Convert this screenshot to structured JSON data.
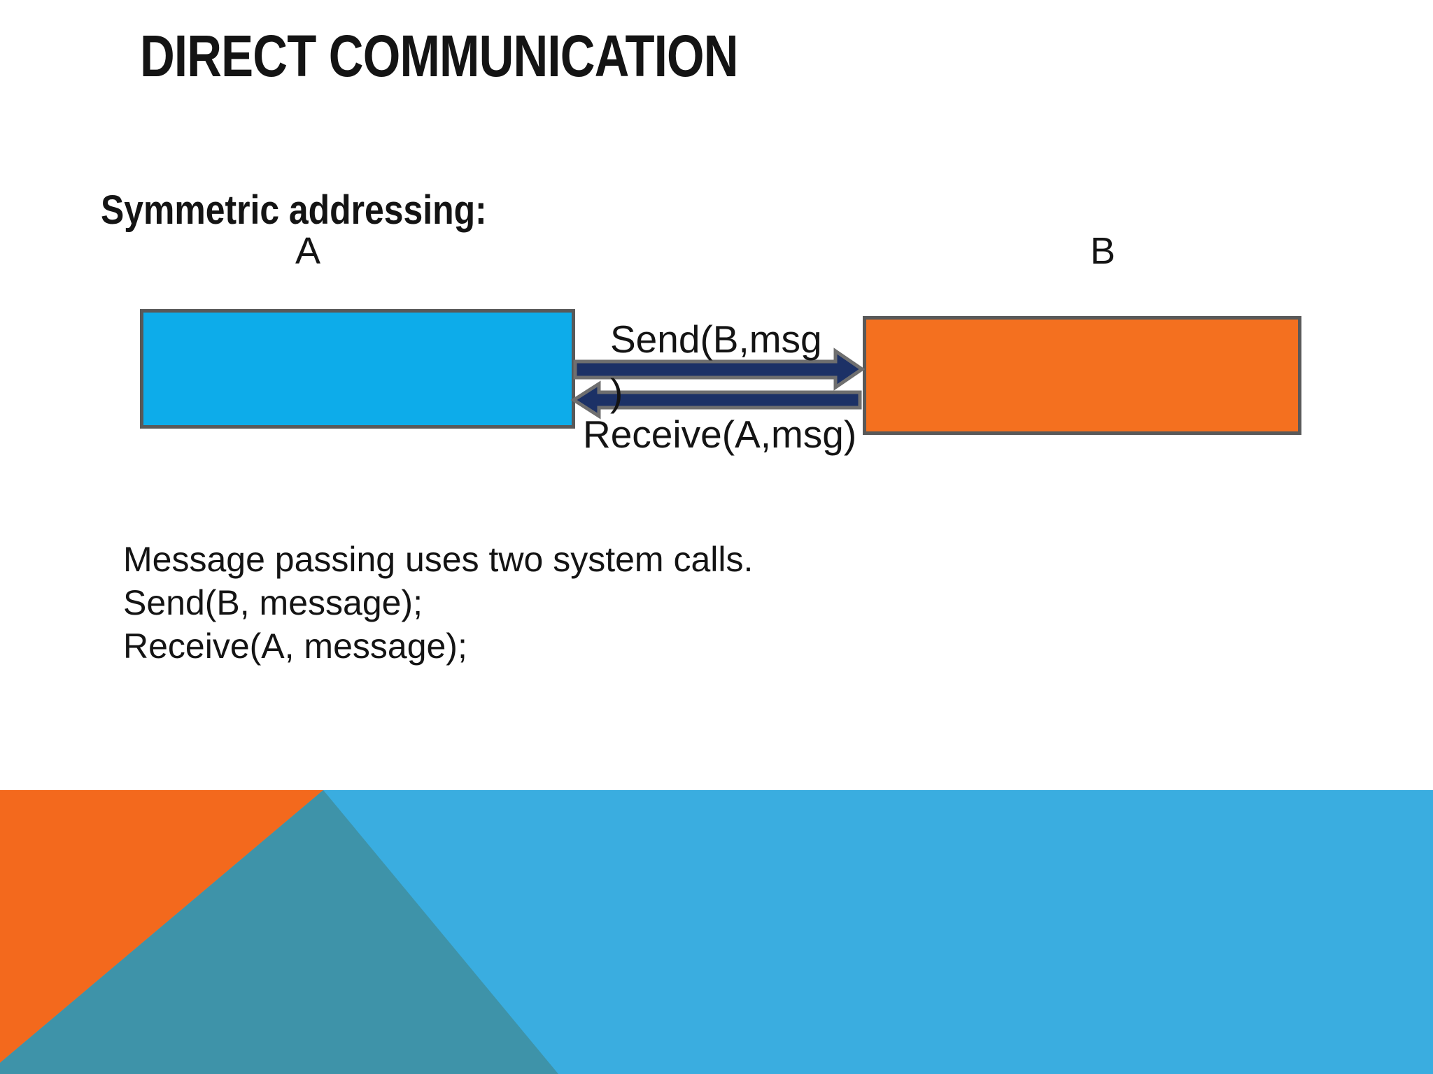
{
  "title": "DIRECT COMMUNICATION",
  "subtitle": "Symmetric addressing:",
  "diagram": {
    "process_a_label": "A",
    "process_b_label": "B",
    "send_call_line1": "Send(B,msg",
    "send_call_line2": ")",
    "receive_call": "Receive(A,msg)"
  },
  "body_lines": [
    "Message passing uses two system calls.",
    "Send(B, message);",
    "Receive(A, message);"
  ],
  "colors": {
    "text": "#141414",
    "process_a_fill": "#0dacea",
    "process_b_fill": "#f4701f",
    "box_border": "#595959",
    "arrow_fill": "#1c3166",
    "arrow_outline": "#6f6f6f",
    "footer_blue": "#3aade0",
    "footer_orange": "#f3691d",
    "footer_teal": "#3e93a9"
  }
}
